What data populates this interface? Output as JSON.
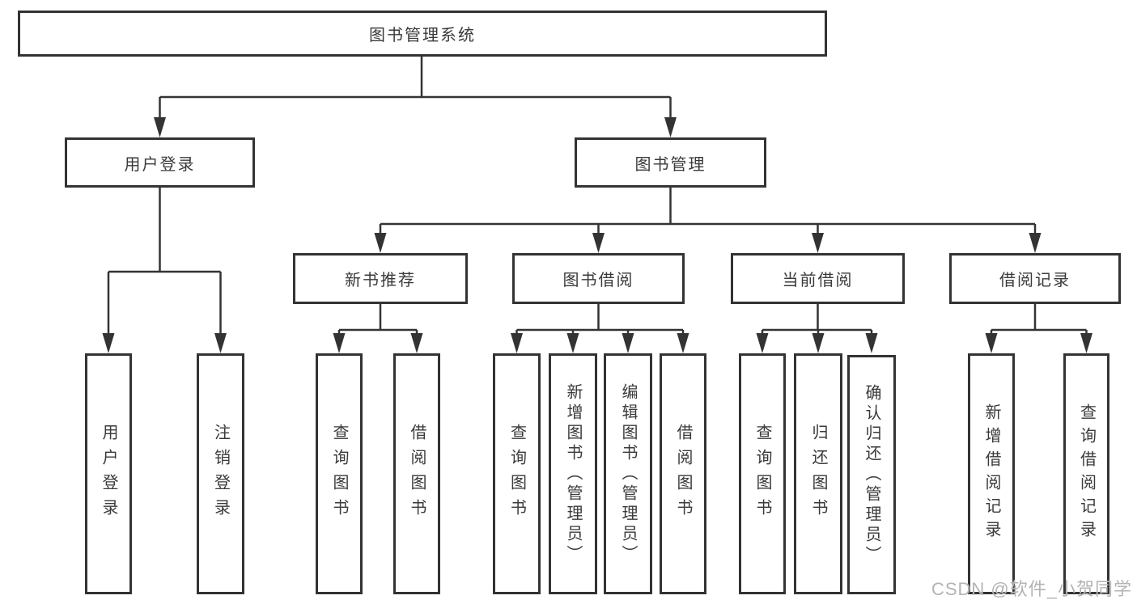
{
  "diagram": {
    "root": {
      "label": "图书管理系统"
    },
    "branches": [
      {
        "label": "用户登录",
        "children": [
          {
            "label": "用户登录"
          },
          {
            "label": "注销登录"
          }
        ]
      },
      {
        "label": "图书管理",
        "children": [
          {
            "label": "新书推荐",
            "children": [
              {
                "label": "查询图书"
              },
              {
                "label": "借阅图书"
              }
            ]
          },
          {
            "label": "图书借阅",
            "children": [
              {
                "label": "查询图书"
              },
              {
                "label": "新增图书（管理员）"
              },
              {
                "label": "编辑图书（管理员）"
              },
              {
                "label": "借阅图书"
              }
            ]
          },
          {
            "label": "当前借阅",
            "children": [
              {
                "label": "查询图书"
              },
              {
                "label": "归还图书"
              },
              {
                "label": "确认归还（管理员）"
              }
            ]
          },
          {
            "label": "借阅记录",
            "children": [
              {
                "label": "新增借阅记录"
              },
              {
                "label": "查询借阅记录"
              }
            ]
          }
        ]
      }
    ]
  },
  "watermark": {
    "text": "CSDN @软件_小贺同学"
  },
  "colors": {
    "line": "#333333",
    "text": "#3a3a3a",
    "background": "#ffffff",
    "watermark": "#b3b3b3"
  }
}
